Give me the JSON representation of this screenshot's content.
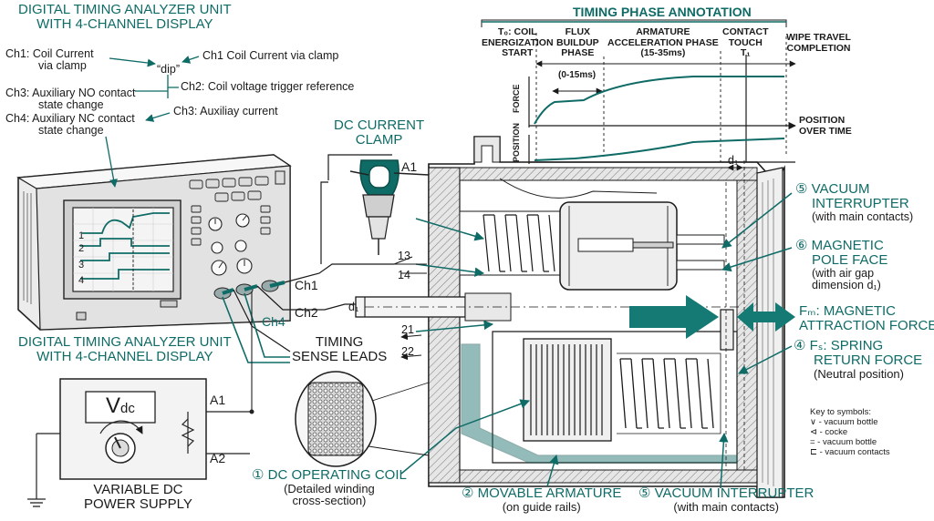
{
  "top_left_title": [
    "DIGITAL TIMING ANALYZER UNIT",
    "WITH 4-CHANNEL DISPLAY"
  ],
  "bottom_left_title": [
    "DIGITAL TIMING ANALYZER UNIT",
    "WITH 4-CHANNEL DISPLAY"
  ],
  "channel_legend": {
    "ch1_left": "Ch1: Coil Current",
    "ch1_left_sub": "via clamp",
    "dip": "“dip”",
    "ch1_right": "Ch1 Coil Current via clamp",
    "ch3_left": "Ch3: Auxiliary NO contact",
    "ch3_left_sub": "state change",
    "ch2_right": "Ch2: Coil voltage trigger reference",
    "ch4_left": "Ch4: Auxiliary NC contact",
    "ch4_left_sub": "state change",
    "ch3_right": "Ch3: Auxiliay current"
  },
  "scope": {
    "trace_labels": [
      "1",
      "2",
      "3",
      "4"
    ],
    "lead_labels": {
      "ch1": "Ch1",
      "ch2": "Ch2",
      "ch4": "Ch4"
    }
  },
  "clamp": {
    "title": [
      "DC CURRENT",
      "CLAMP"
    ],
    "terminal": "A1"
  },
  "terminals": {
    "t13": "13",
    "t14": "14",
    "t21": "21",
    "t22": "22",
    "d1": "d₁",
    "d1_top": "d₁"
  },
  "timing_leads": [
    "TIMING",
    "SENSE LEADS"
  ],
  "power_supply": {
    "meter": "V",
    "meter_sub": "dc",
    "a1": "A1",
    "a2": "A2",
    "title": [
      "VARIABLE DC",
      "POWER SUPPLY"
    ]
  },
  "timing_phase": {
    "title": "TIMING PHASE ANNOTATION",
    "phases": [
      [
        "T₀: COIL",
        "ENERGIZATION",
        "START"
      ],
      [
        "FLUX",
        "BUILDUP",
        "PHASE"
      ],
      [
        "ARMATURE",
        "ACCELERATION PHASE",
        "(15-35ms)"
      ],
      [
        "CONTACT",
        "TOUCH",
        "T₁"
      ],
      [
        "WIPE TRAVEL",
        "COMPLETION"
      ]
    ],
    "flux_range": "(0-15ms)",
    "force_axis": "FORCE",
    "position_axis": "POSITION",
    "position_over_time": [
      "POSITION",
      "OVER TIME"
    ]
  },
  "callouts": {
    "vacuum_top": [
      "⑤ VACUUM",
      "INTERRUPTER",
      "(with main contacts)"
    ],
    "pole_face": [
      "⑥ MAGNETIC",
      "POLE FACE",
      "(with air gap",
      "dimension d₁)"
    ],
    "magnetic_force": [
      "Fₘ: MAGNETIC",
      "ATTRACTION FORCE"
    ],
    "spring": [
      "④ Fₛ: SPRING",
      "RETURN FORCE",
      "(Neutral position)"
    ],
    "coil": [
      "① DC OPERATING COIL",
      "(Detailed winding",
      "cross-section)"
    ],
    "armature": [
      "② MOVABLE ARMATURE",
      "(on guide rails)"
    ],
    "vacuum_bottom": [
      "⑤ VACUUM INTERRUPTER",
      "(with main contacts)"
    ]
  },
  "key": {
    "title": "Key to symbols:",
    "items": [
      "∨ - vacuum bottle",
      "⊲ - cocke",
      "= - vacuum bottle",
      "⊏ - vacuum contacts"
    ]
  },
  "colors": {
    "accent": "#0f6b66",
    "ink": "#1a1a1a",
    "arrow": "#167a74"
  }
}
